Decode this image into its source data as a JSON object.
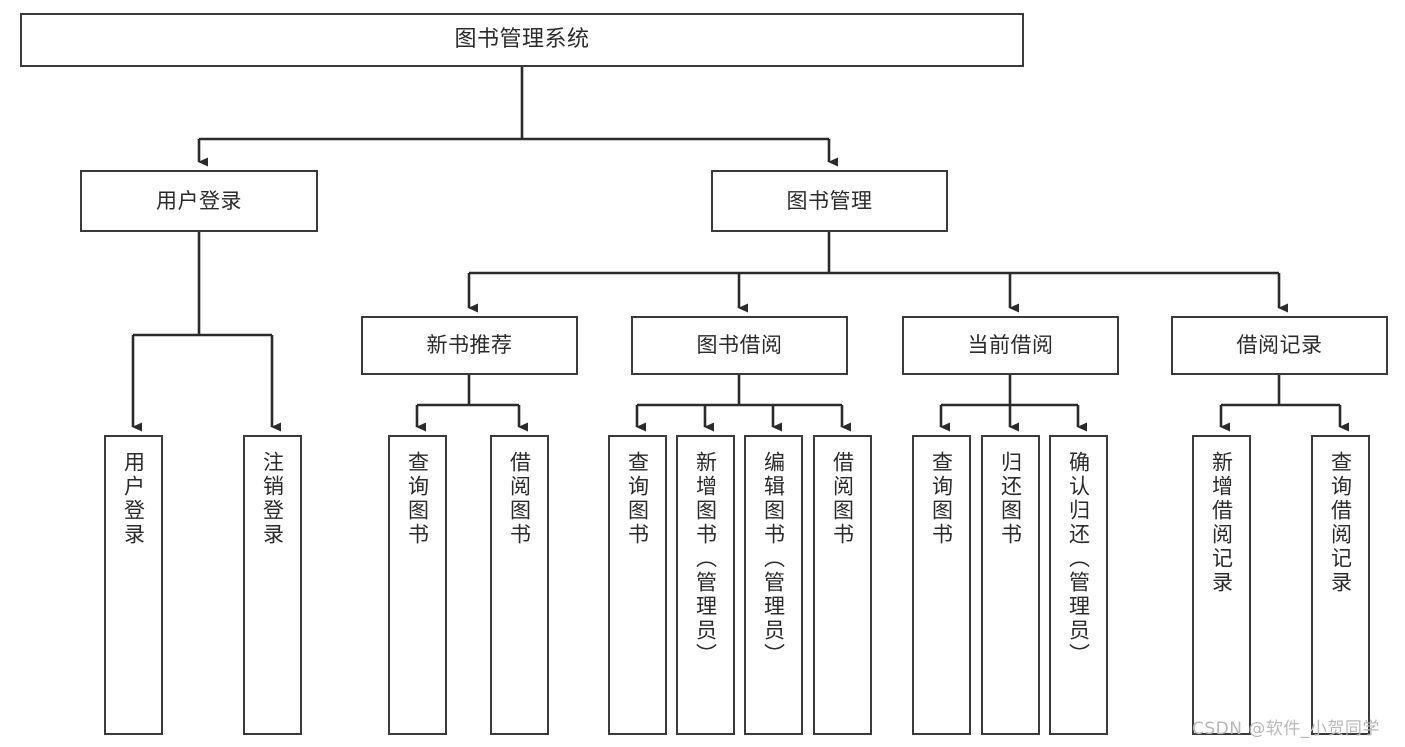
{
  "diagram": {
    "title": "图书管理系统",
    "type": "tree-hierarchy-chart",
    "orientation": "top-down"
  },
  "nodes": {
    "root": {
      "label": "图书管理系统"
    },
    "level2": [
      {
        "id": "user-login",
        "label": "用户登录"
      },
      {
        "id": "book-management",
        "label": "图书管理"
      }
    ],
    "level3": [
      {
        "id": "new-book-recommend",
        "label": "新书推荐"
      },
      {
        "id": "book-borrow",
        "label": "图书借阅"
      },
      {
        "id": "current-borrow",
        "label": "当前借阅"
      },
      {
        "id": "borrow-record",
        "label": "借阅记录"
      }
    ],
    "leaves": [
      {
        "id": "leaf-user-login",
        "label": "用户登录"
      },
      {
        "id": "leaf-logout-login",
        "label": "注销登录"
      },
      {
        "id": "leaf-query-book-1",
        "label": "查询图书"
      },
      {
        "id": "leaf-borrow-book-1",
        "label": "借阅图书"
      },
      {
        "id": "leaf-query-book-2",
        "label": "查询图书"
      },
      {
        "id": "leaf-add-book-admin",
        "label": "新增图书（管理员）"
      },
      {
        "id": "leaf-edit-book-admin",
        "label": "编辑图书（管理员）"
      },
      {
        "id": "leaf-borrow-book-2",
        "label": "借阅图书"
      },
      {
        "id": "leaf-query-book-3",
        "label": "查询图书"
      },
      {
        "id": "leaf-return-book",
        "label": "归还图书"
      },
      {
        "id": "leaf-confirm-return-admin",
        "label": "确认归还（管理员）"
      },
      {
        "id": "leaf-add-borrow-record",
        "label": "新增借阅记录"
      },
      {
        "id": "leaf-query-borrow-record",
        "label": "查询借阅记录"
      }
    ]
  },
  "watermark": {
    "text": "CSDN @软件_小贺同学"
  },
  "colors": {
    "border": "#3a3a3a",
    "text": "#2b2b2b",
    "background": "#ffffff",
    "edge": "#2b2b2b",
    "watermark": "#b9b9b9"
  }
}
